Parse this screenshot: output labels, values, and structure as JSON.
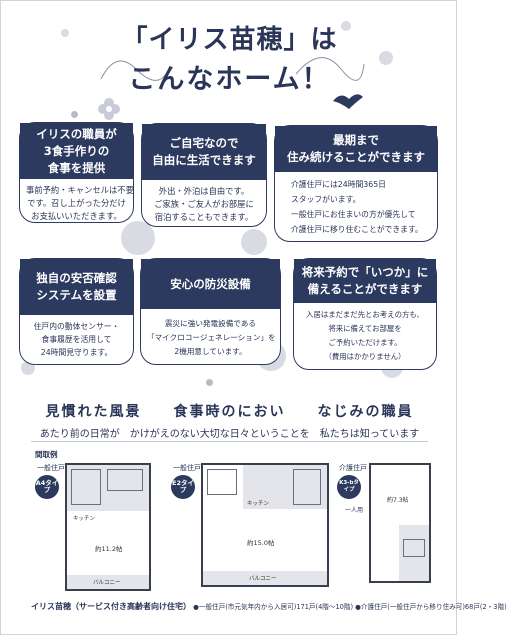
{
  "title": {
    "line1": "「イリス苗穂」は",
    "line2": "こんなホーム！"
  },
  "features": [
    {
      "heading": [
        "イリスの職員が",
        "3食手作りの",
        "食事を提供"
      ],
      "body": [
        "事前予約・キャンセルは不要",
        "です。召し上がった分だけ",
        "お支払いいただきます。"
      ]
    },
    {
      "heading": [
        "ご自宅なので",
        "自由に生活できます"
      ],
      "body": [
        "外出・外泊は自由です。",
        "ご家族・ご友人がお部屋に",
        "宿泊することもできます。"
      ]
    },
    {
      "heading": [
        "最期まで",
        "住み続けることができます"
      ],
      "body": [
        "介護住戸には24時間365日",
        "スタッフがいます。",
        "一般住戸にお住まいの方が優先して",
        "介護住戸に移り住むことができます。"
      ]
    },
    {
      "heading": [
        "独自の安否確認",
        "システムを設置"
      ],
      "body": [
        "住戸内の動体センサー・",
        "食事履歴を活用して",
        "24時間見守ります。"
      ]
    },
    {
      "heading": [
        "安心の防災設備"
      ],
      "body": [
        "震災に強い発電設備である",
        "「マイクロコージェネレーション」を",
        "2機用意しています。"
      ]
    },
    {
      "heading": [
        "将来予約で「いつか」に",
        "備えることができます"
      ],
      "body": [
        "入居はまだまだ先とお考えの方も、",
        "将来に備えてお部屋を",
        "ご予約いただけます。",
        "（費用はかかりません）"
      ]
    }
  ],
  "tagline": "見慣れた風景　　食事時のにおい　　なじみの職員",
  "subline": "あたり前の日常が　かけがえのない大切な日々ということを　私たちは知っています",
  "plans": {
    "section_label": "間取例",
    "items": [
      {
        "unit": "一般住戸",
        "type": "A4タイプ",
        "room": "約11.2帖",
        "kitchen": "キッチン",
        "balcony": "バルコニー"
      },
      {
        "unit": "一般住戸",
        "type": "E2タイプ",
        "room": "約15.0帖",
        "kitchen": "キッチン",
        "balcony": "バルコニー"
      },
      {
        "unit": "介護住戸",
        "type": "K3-bタイプ",
        "room": "約7.3帖",
        "extra": "一人用"
      }
    ]
  },
  "footer": {
    "name": "イリス苗穂（サービス付き高齢者向け住宅）",
    "general": "●一般住戸(市元気年内から入居可)171戸(4階〜10階)",
    "care": "●介護住戸(一般住戸から移り住み可)68戸(2・3階)"
  }
}
